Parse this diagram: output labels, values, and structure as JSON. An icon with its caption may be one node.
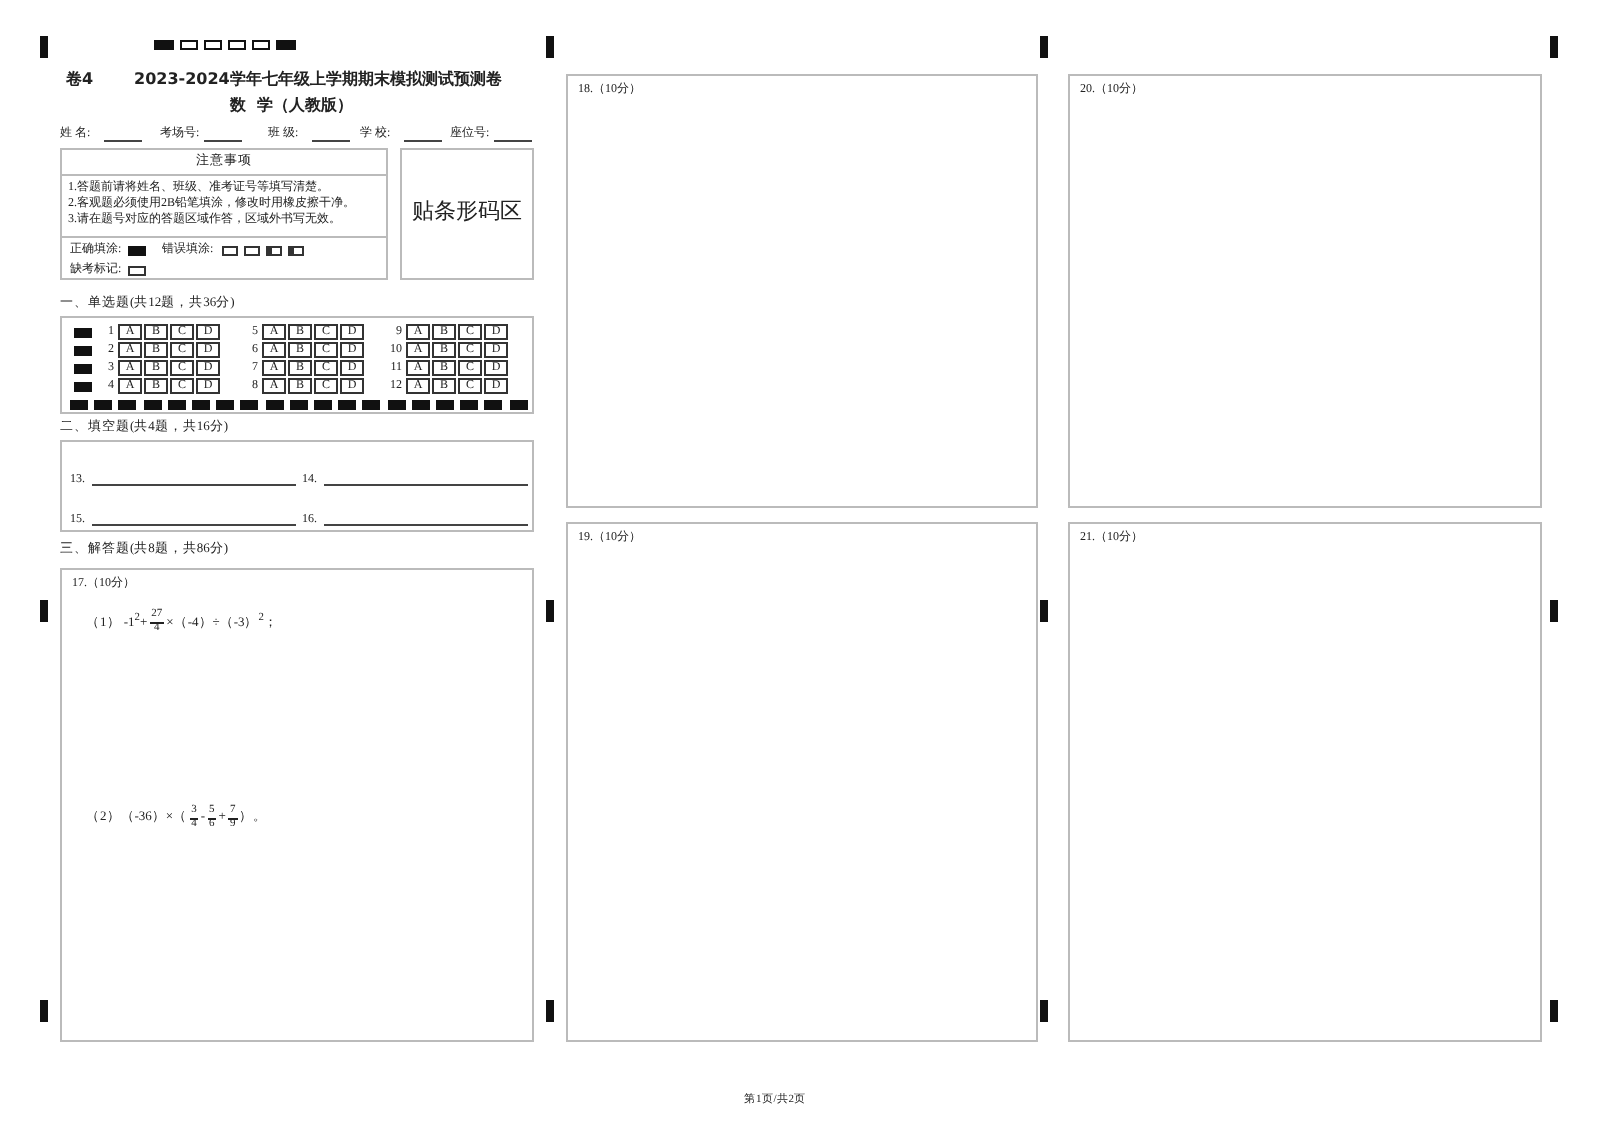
{
  "diagram": {
    "title": "2023-2024学年七年级上学期期末模拟测试预测卷",
    "nodes": [
      {
        "text": [
          "注意事项",
          "1.答题前请将姓名、班级、准考证号等填写清楚。",
          "2.客观题必须使用2B铅笔填涂，修改时用橡皮擦干净。",
          "3.请在题号对应的答题区域作答，区域外书写无效。",
          "正确填涂:",
          "错误填涂:",
          "缺考标记:"
        ]
      },
      {
        "text": [
          "贴条形码区"
        ]
      },
      {
        "text": [
          "1",
          "A",
          "B",
          "C",
          "D",
          "5",
          "A",
          "B",
          "C",
          "D",
          "9",
          "A",
          "B",
          "C",
          "D",
          "2",
          "A",
          "B",
          "C",
          "D",
          "6",
          "A",
          "B",
          "C",
          "D",
          "10",
          "A",
          "B",
          "C",
          "D",
          "3",
          "A",
          "B",
          "C",
          "D",
          "7",
          "A",
          "B",
          "C",
          "D",
          "11",
          "A",
          "B",
          "C",
          "D",
          "4",
          "A",
          "B",
          "C",
          "D",
          "8",
          "A",
          "B",
          "C",
          "D",
          "12",
          "A",
          "B",
          "C",
          "D"
        ]
      },
      {
        "text": [
          "13.",
          "14.",
          "15.",
          "16."
        ]
      },
      {
        "text": [
          "17.（10分）",
          "（1） -1$^{2}$+",
          "27",
          "4",
          "×（-4）÷（-3）$^{2}$；",
          "（2）（-36）×（",
          "3",
          "4",
          "-",
          "5",
          "6",
          "+",
          "7",
          "9",
          "）。"
        ]
      },
      {
        "text": [
          "18.（10分）"
        ]
      },
      {
        "text": [
          "19.（10分）"
        ]
      },
      {
        "text": [
          "20.（10分）"
        ]
      },
      {
        "text": [
          "21.（10分）"
        ]
      }
    ],
    "labels": [
      "卷4",
      "数  学（人教版）",
      "姓 名:",
      "考场号:",
      "班 级:",
      "学 校:",
      "座位号:",
      "一、单选题(共12题，共36分)",
      "二、填空题(共4题，共16分)",
      "三、解答题(共8题，共86分)",
      "第1页/共2页"
    ]
  }
}
